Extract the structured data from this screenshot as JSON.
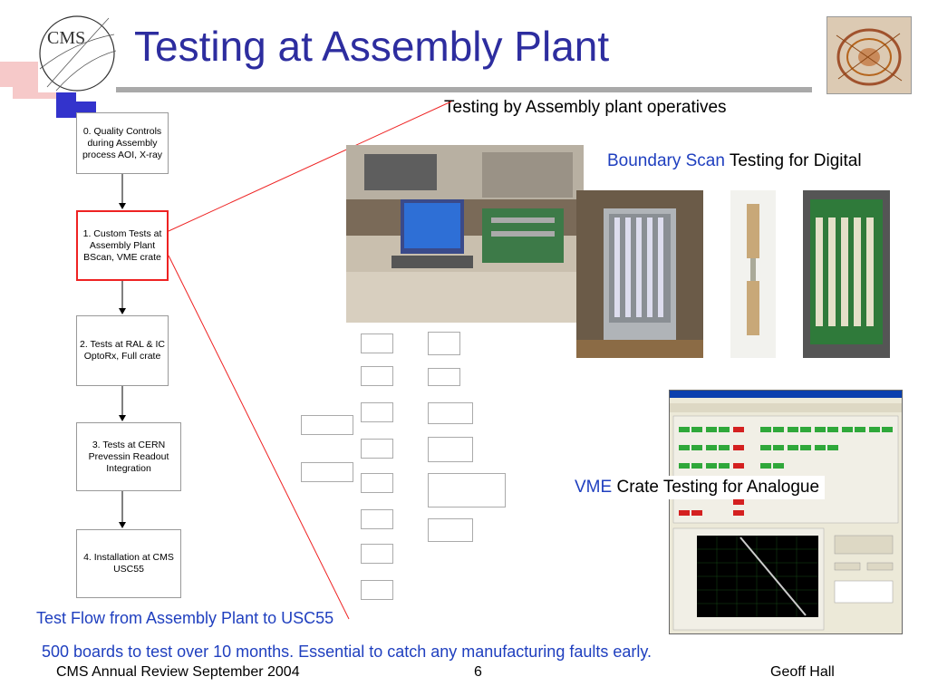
{
  "slide": {
    "title": "Testing at Assembly Plant",
    "subtitle": "Testing by Assembly plant operatives",
    "boundary_blue": "Boundary Scan",
    "boundary_rest": "Testing for Digital",
    "vme_blue": "VME",
    "vme_rest": "Crate Testing for Analogue",
    "flow_caption": "Test Flow from Assembly Plant to USC55",
    "bottom_note": "500 boards to test over 10 months. Essential to catch any manufacturing faults early."
  },
  "logo": {
    "text": "CMS"
  },
  "flow": [
    {
      "label": "0. Quality Controls during Assembly process AOI, X-ray"
    },
    {
      "label": "1. Custom Tests at Assembly Plant BScan, VME crate"
    },
    {
      "label": "2. Tests at RAL & IC OptoRx, Full crate"
    },
    {
      "label": "3. Tests at CERN Prevessin Readout Integration"
    },
    {
      "label": "4. Installation at CMS USC55"
    }
  ],
  "footer": {
    "left": "CMS Annual Review September 2004",
    "page": "6",
    "right": "Geoff Hall"
  },
  "colors": {
    "title": "#2d2d9f",
    "accent_blue": "#1f3fbf",
    "highlight_red": "#e22222"
  }
}
